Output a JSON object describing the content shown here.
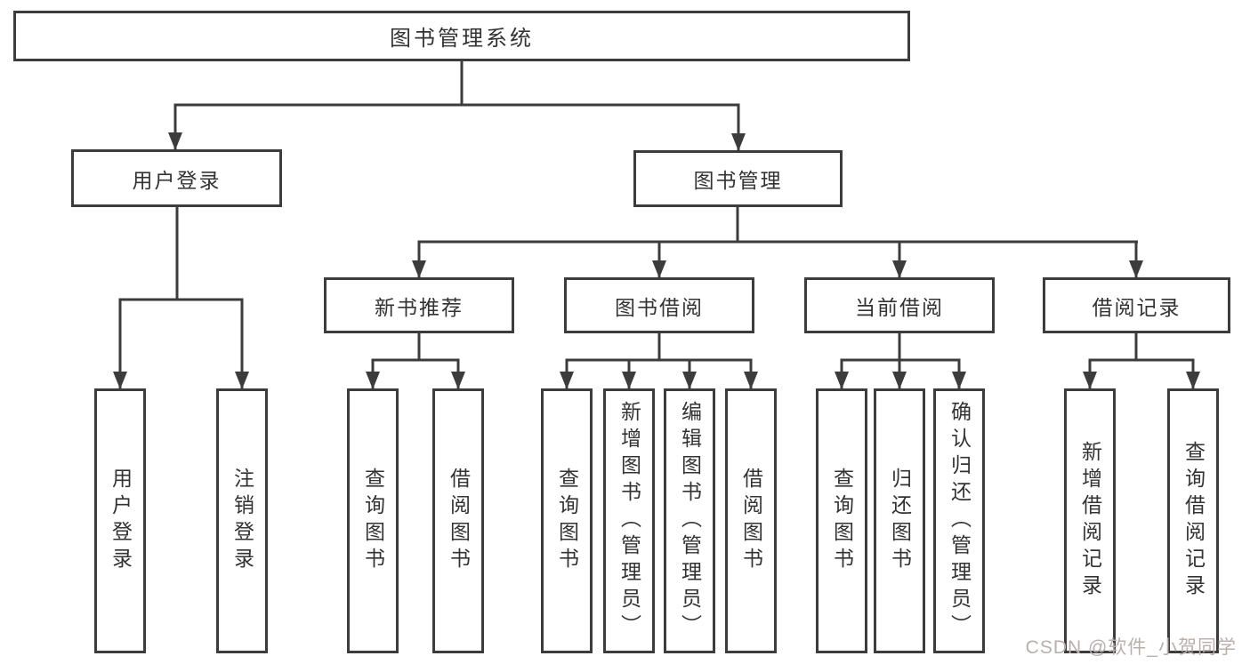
{
  "diagram": {
    "colors": {
      "line": "#3c3c3c",
      "text": "#333333",
      "watermark": "#b9b0ae"
    },
    "nodes": {
      "root": {
        "label": "图书管理系统"
      },
      "user_login": {
        "label": "用户登录"
      },
      "book_mgmt": {
        "label": "图书管理"
      },
      "new_book_rec": {
        "label": "新书推荐"
      },
      "book_borrow": {
        "label": "图书借阅"
      },
      "current_borrow": {
        "label": "当前借阅"
      },
      "borrow_record": {
        "label": "借阅记录"
      },
      "ul_login": {
        "label": "用户登录"
      },
      "ul_logout": {
        "label": "注销登录"
      },
      "nb_query": {
        "label": "查询图书"
      },
      "nb_borrow": {
        "label": "借阅图书"
      },
      "bb_query": {
        "label": "查询图书"
      },
      "bb_add": {
        "label": "新增图书（管理员）"
      },
      "bb_edit": {
        "label": "编辑图书（管理员）"
      },
      "bb_borrow": {
        "label": "借阅图书"
      },
      "cb_query": {
        "label": "查询图书"
      },
      "cb_return": {
        "label": "归还图书"
      },
      "cb_confirm": {
        "label": "确认归还（管理员）"
      },
      "br_add": {
        "label": "新增借阅记录"
      },
      "br_query": {
        "label": "查询借阅记录"
      }
    },
    "watermark": "CSDN @软件_小贺同学"
  }
}
